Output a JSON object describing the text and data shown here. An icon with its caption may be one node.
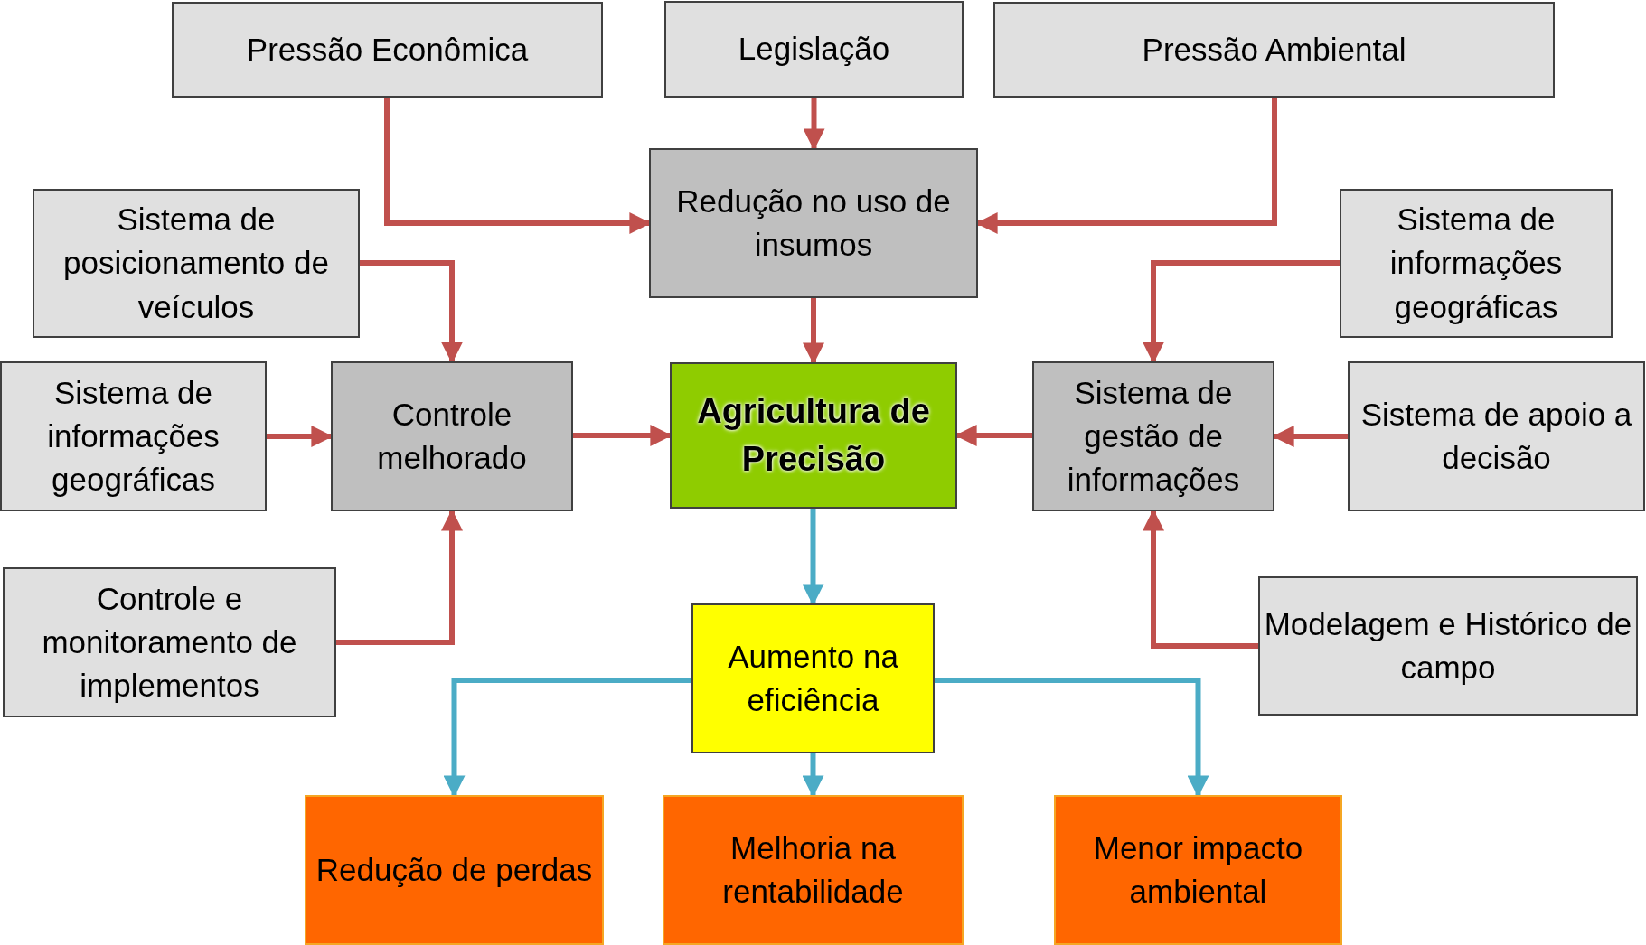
{
  "diagram": {
    "nodes": [
      {
        "text": [
          "Pressão Econômica"
        ]
      },
      {
        "text": [
          "Legislação"
        ]
      },
      {
        "text": [
          "Pressão Ambiental"
        ]
      },
      {
        "text": [
          "Redução no uso de insumos"
        ]
      },
      {
        "text": [
          "Sistema de posicionamento de veículos"
        ]
      },
      {
        "text": [
          "Sistema de informações geográficas"
        ]
      },
      {
        "text": [
          "Sistema de informações geográficas"
        ]
      },
      {
        "text": [
          "Controle melhorado"
        ]
      },
      {
        "text": [
          "Agricultura de Precisão"
        ]
      },
      {
        "text": [
          "Sistema de gestão de informações"
        ]
      },
      {
        "text": [
          "Sistema de apoio a decisão"
        ]
      },
      {
        "text": [
          "Controle e monitoramento de implementos"
        ]
      },
      {
        "text": [
          "Modelagem e Histórico de campo"
        ]
      },
      {
        "text": [
          "Aumento na eficiência"
        ]
      },
      {
        "text": [
          "Redução de perdas"
        ]
      },
      {
        "text": [
          "Melhoria na rentabilidade"
        ]
      },
      {
        "text": [
          "Menor impacto ambiental"
        ]
      }
    ],
    "edges": [
      {
        "from": 0,
        "to": 3,
        "arrow": "to"
      },
      {
        "from": 1,
        "to": 3,
        "arrow": "to"
      },
      {
        "from": 2,
        "to": 3,
        "arrow": "to"
      },
      {
        "from": 3,
        "to": 8,
        "arrow": "to"
      },
      {
        "from": 4,
        "to": 7,
        "arrow": "to"
      },
      {
        "from": 5,
        "to": 9,
        "arrow": "to"
      },
      {
        "from": 6,
        "to": 7,
        "arrow": "to"
      },
      {
        "from": 7,
        "to": 8,
        "arrow": "to"
      },
      {
        "from": 9,
        "to": 8,
        "arrow": "to"
      },
      {
        "from": 10,
        "to": 9,
        "arrow": "to"
      },
      {
        "from": 11,
        "to": 7,
        "arrow": "to"
      },
      {
        "from": 12,
        "to": 9,
        "arrow": "to"
      },
      {
        "from": 8,
        "to": 13,
        "arrow": "to",
        "color": "#4bacc6"
      },
      {
        "from": 13,
        "to": 14,
        "arrow": "to",
        "color": "#4bacc6"
      },
      {
        "from": 13,
        "to": 15,
        "arrow": "to",
        "color": "#4bacc6"
      },
      {
        "from": 13,
        "to": 16,
        "arrow": "to",
        "color": "#4bacc6"
      }
    ]
  }
}
